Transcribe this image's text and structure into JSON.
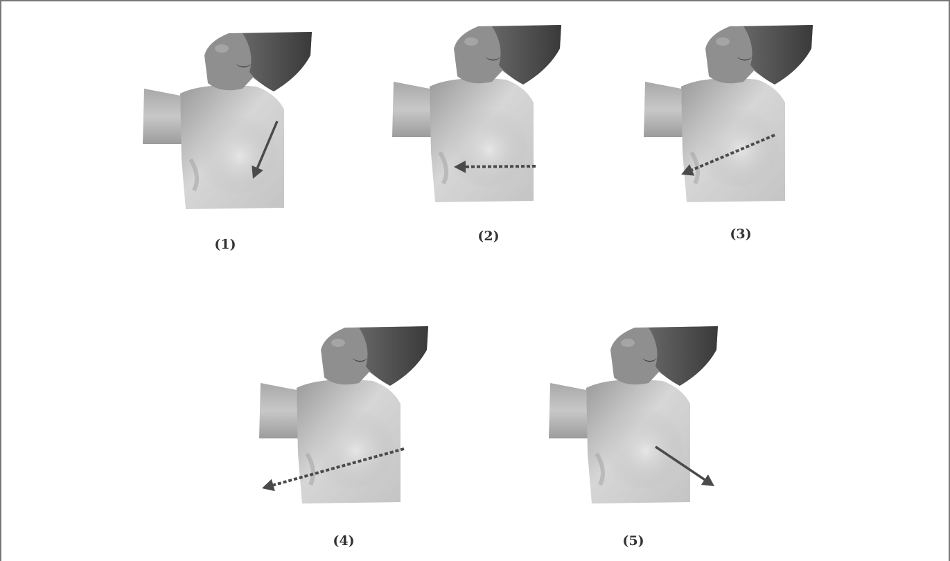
{
  "figure": {
    "panels": [
      {
        "caption": "(1)",
        "arrow_style": "solid"
      },
      {
        "caption": "(2)",
        "arrow_style": "dashed"
      },
      {
        "caption": "(3)",
        "arrow_style": "dashed"
      },
      {
        "caption": "(4)",
        "arrow_style": "dashed"
      },
      {
        "caption": "(5)",
        "arrow_style": "solid"
      }
    ],
    "colors": {
      "background": "#ffffff",
      "border": "#777777",
      "arrow": "#4a4a4a",
      "caption": "#333333"
    }
  }
}
